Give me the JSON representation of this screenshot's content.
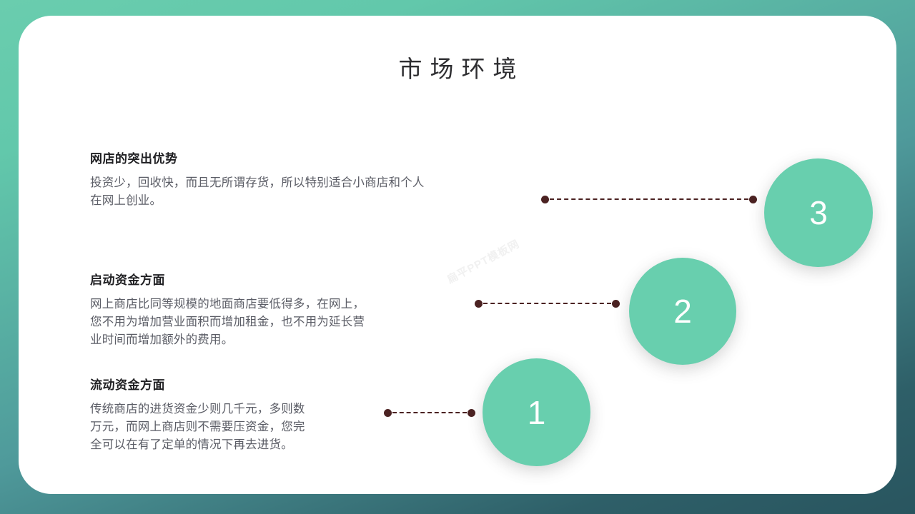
{
  "slide": {
    "title": "市场环境",
    "watermark": "扁平PPT模板网",
    "theme": {
      "bg_gradient_start": "#6acdae",
      "bg_gradient_end": "#29555f",
      "card_bg": "#ffffff",
      "circle_fill": "#68cfae",
      "circle_number_color": "#ffffff",
      "connector_color": "#4b2222",
      "heading_color": "#1f1f22",
      "body_color": "#5b5d66",
      "title_color": "#2e2e31"
    }
  },
  "items": [
    {
      "number": "3",
      "heading": "网店的突出优势",
      "body_lines": [
        "投资少，回收快，而且无所谓存货，所以特别适合小商店和个人",
        "在网上创业。"
      ]
    },
    {
      "number": "2",
      "heading": "启动资金方面",
      "body_lines": [
        "网上商店比同等规模的地面商店要低得多，在网上，",
        "您不用为增加营业面积而增加租金，也不用为延长营",
        "业时间而增加额外的费用。"
      ]
    },
    {
      "number": "1",
      "heading": "流动资金方面",
      "body_lines": [
        "传统商店的进货资金少则几千元，多则数",
        "万元，而网上商店则不需要压资金，您完",
        "全可以在有了定单的情况下再去进货。"
      ]
    }
  ]
}
